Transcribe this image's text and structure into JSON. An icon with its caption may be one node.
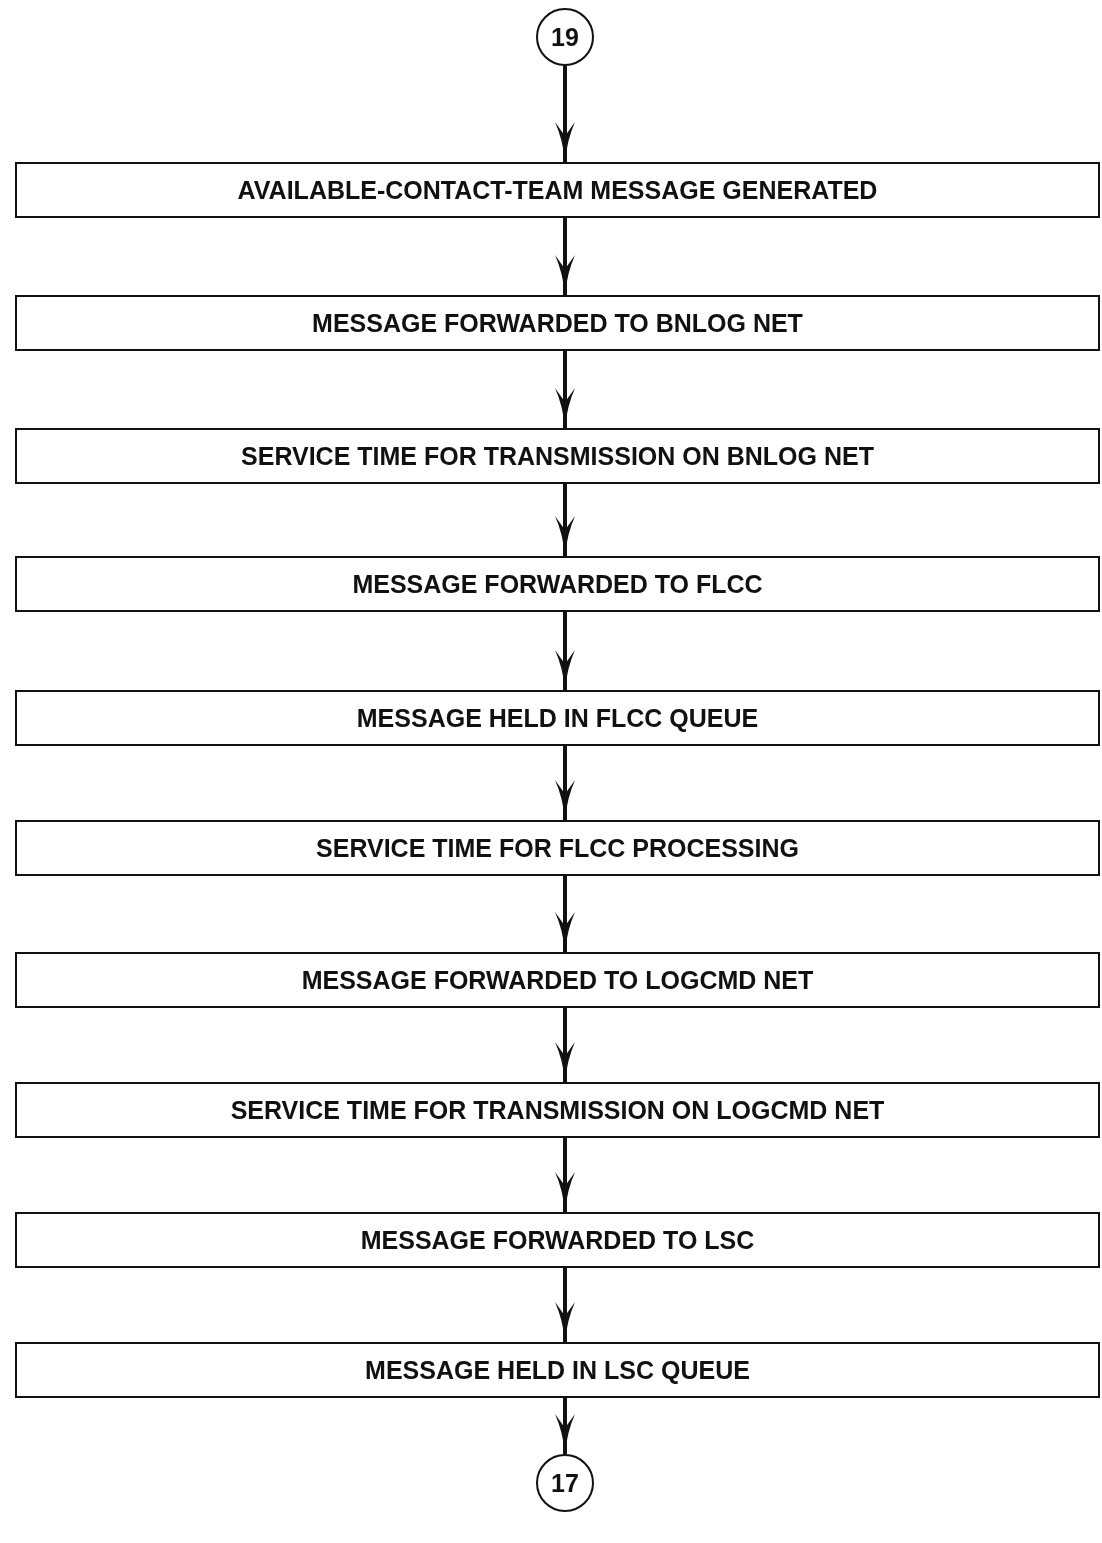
{
  "diagram": {
    "nodes": [
      {
        "text": [
          "19"
        ]
      },
      {
        "text": [
          "AVAILABLE-CONTACT-TEAM MESSAGE GENERATED"
        ]
      },
      {
        "text": [
          "MESSAGE FORWARDED TO BNLOG NET"
        ]
      },
      {
        "text": [
          "SERVICE TIME FOR TRANSMISSION ON BNLOG NET"
        ]
      },
      {
        "text": [
          "MESSAGE FORWARDED TO FLCC"
        ]
      },
      {
        "text": [
          "MESSAGE HELD IN FLCC QUEUE"
        ]
      },
      {
        "text": [
          "SERVICE TIME FOR FLCC PROCESSING"
        ]
      },
      {
        "text": [
          "MESSAGE FORWARDED TO LOGCMD NET"
        ]
      },
      {
        "text": [
          "SERVICE TIME FOR TRANSMISSION ON LOGCMD NET"
        ]
      },
      {
        "text": [
          "MESSAGE FORWARDED TO LSC"
        ]
      },
      {
        "text": [
          "MESSAGE HELD IN LSC QUEUE"
        ]
      },
      {
        "text": [
          "17"
        ]
      }
    ],
    "edges": [
      {
        "from": 0,
        "to": 1,
        "arrow": "to"
      },
      {
        "from": 1,
        "to": 2,
        "arrow": "to"
      },
      {
        "from": 2,
        "to": 3,
        "arrow": "to"
      },
      {
        "from": 3,
        "to": 4,
        "arrow": "to"
      },
      {
        "from": 4,
        "to": 5,
        "arrow": "to"
      },
      {
        "from": 5,
        "to": 6,
        "arrow": "to"
      },
      {
        "from": 6,
        "to": 7,
        "arrow": "to"
      },
      {
        "from": 7,
        "to": 8,
        "arrow": "to"
      },
      {
        "from": 8,
        "to": 9,
        "arrow": "to"
      },
      {
        "from": 9,
        "to": 10,
        "arrow": "to"
      },
      {
        "from": 10,
        "to": 11,
        "arrow": "to"
      }
    ]
  }
}
